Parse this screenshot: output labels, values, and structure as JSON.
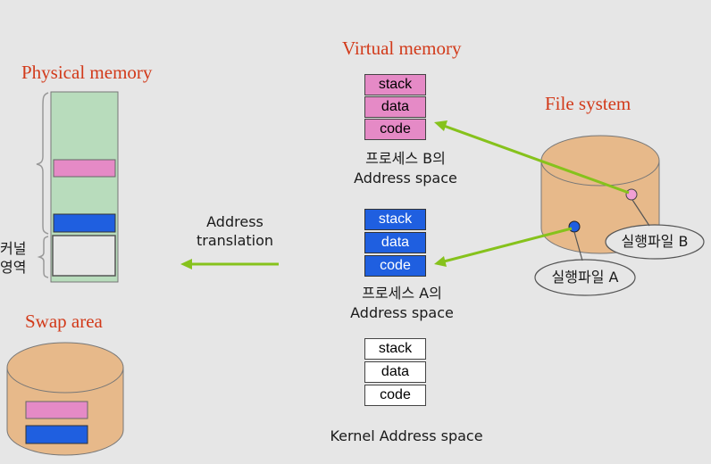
{
  "titles": {
    "physical_memory": "Physical memory",
    "virtual_memory": "Virtual memory",
    "file_system": "File system",
    "swap_area": "Swap area"
  },
  "kernel_region_label": [
    "커널",
    "영역"
  ],
  "address_translation": [
    "Address",
    "translation"
  ],
  "segments": {
    "process_b": [
      "stack",
      "data",
      "code"
    ],
    "process_a": [
      "stack",
      "data",
      "code"
    ],
    "kernel": [
      "stack",
      "data",
      "code"
    ]
  },
  "captions": {
    "process_b": [
      "프로세스 B의",
      "Address space"
    ],
    "process_a": [
      "프로세스 A의",
      "Address space"
    ],
    "kernel": "Kernel Address space"
  },
  "executables": {
    "b": "실행파일 B",
    "a": "실행파일 A"
  },
  "colors": {
    "title_red": "#d23a1a",
    "process_b_fill": "#e58ac6",
    "process_a_fill": "#1f5fe0",
    "physical_green": "#b8dcbc",
    "disk_fill": "#e7b98a",
    "arrow_green": "#86c21c"
  }
}
